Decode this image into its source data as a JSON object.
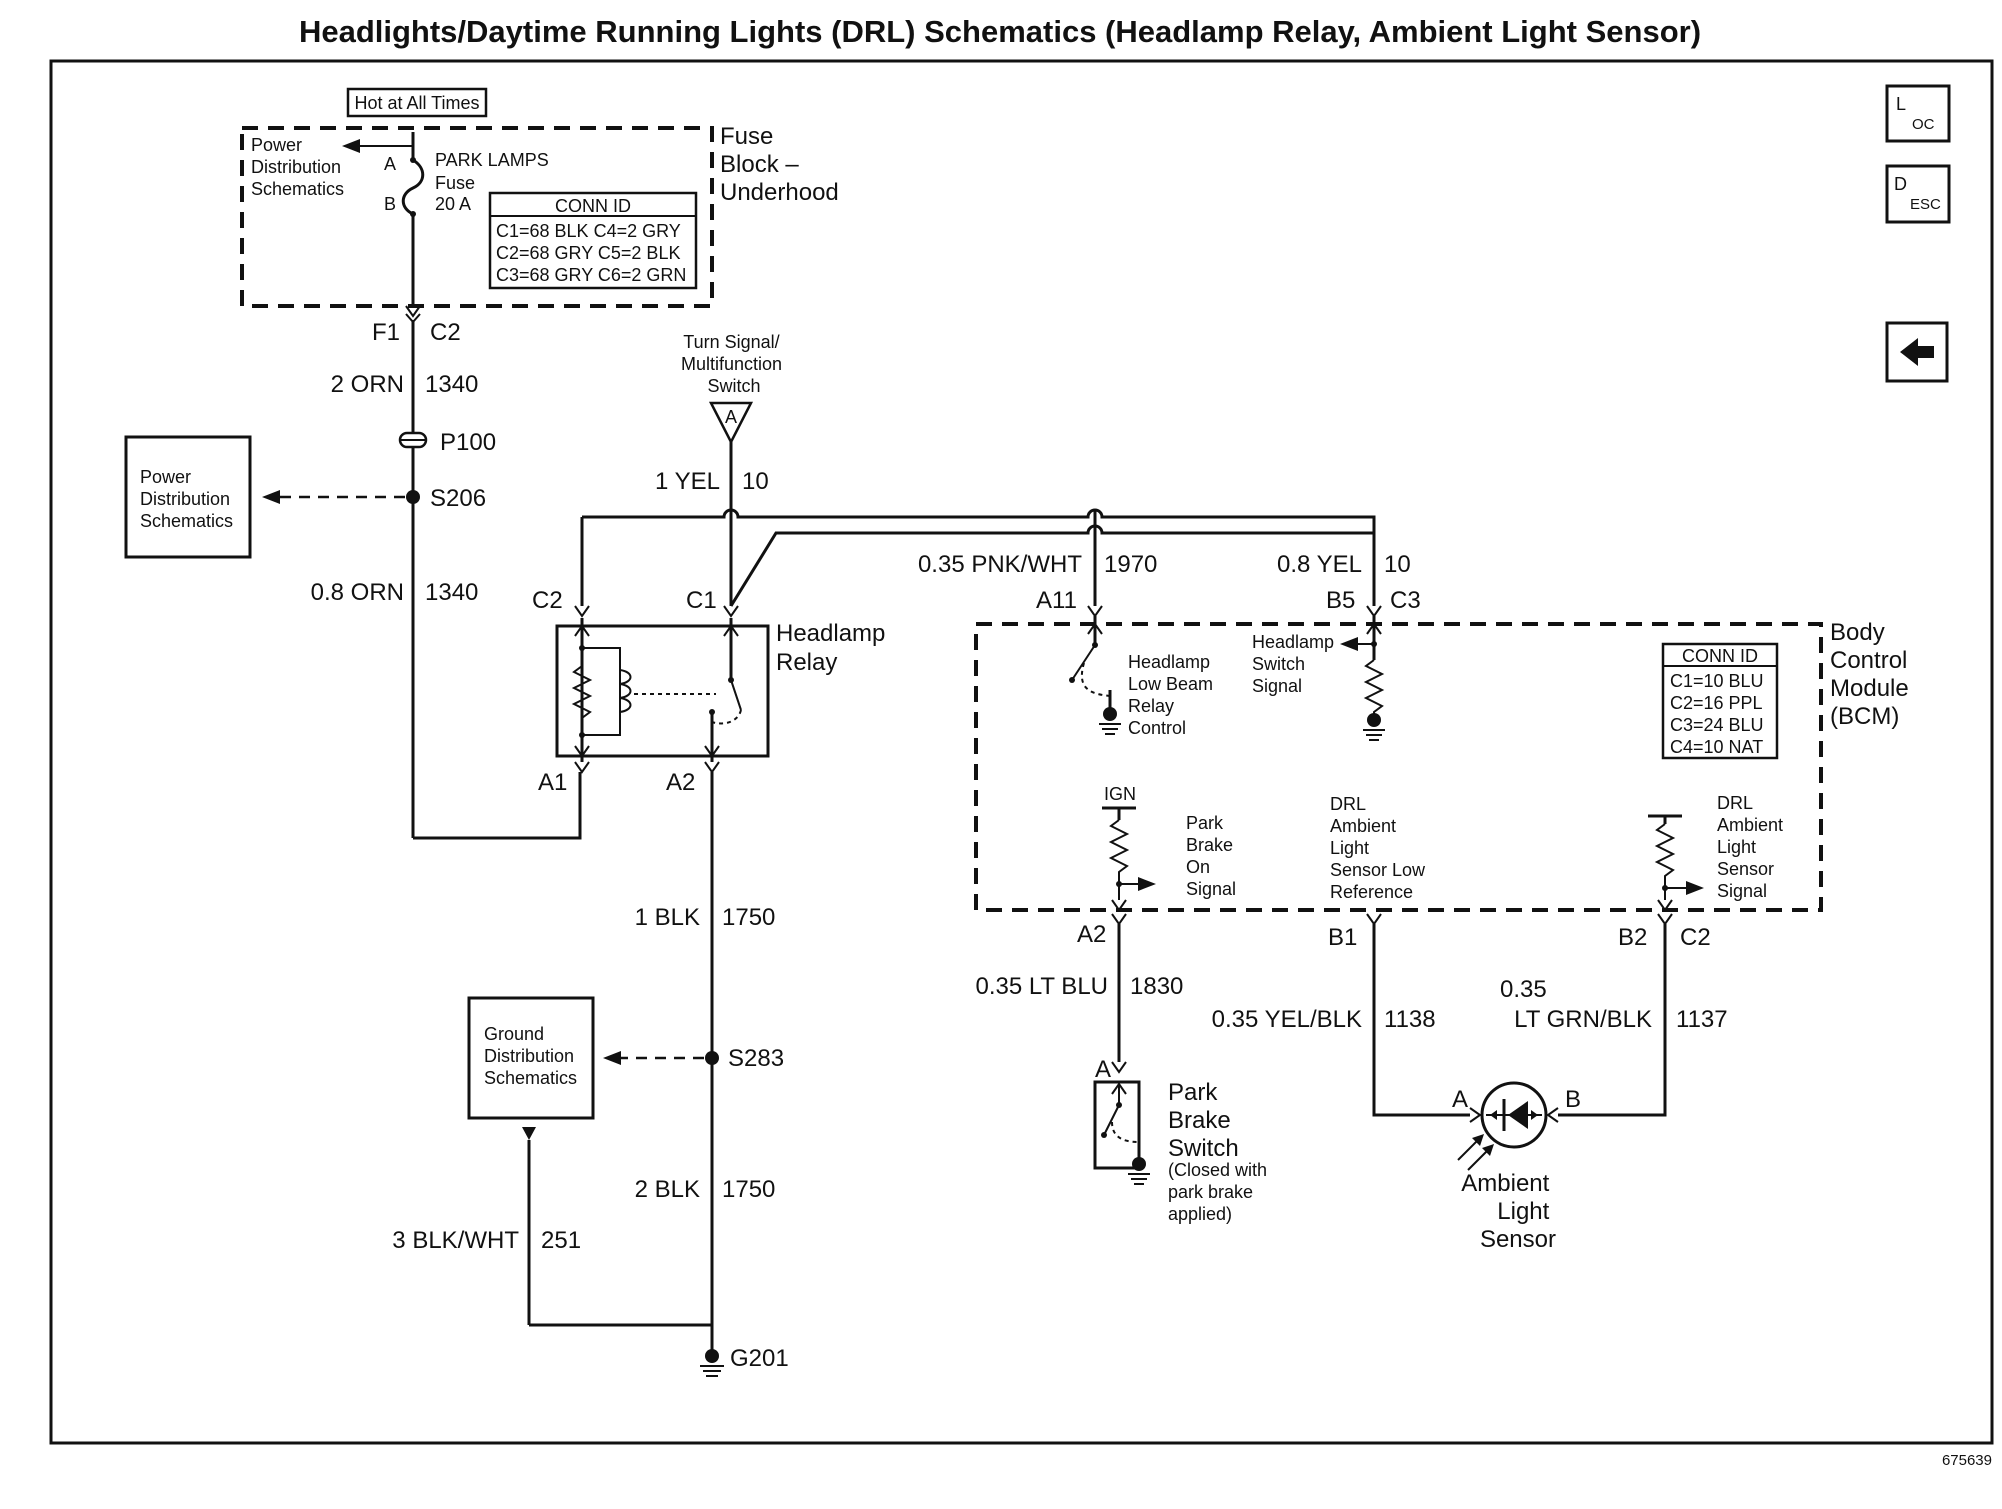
{
  "title": "Headlights/Daytime Running Lights (DRL) Schematics (Headlamp Relay, Ambient Light Sensor)",
  "figure_id": "675639",
  "nav": {
    "loc": {
      "big": "L",
      "sub": "OC"
    },
    "desc": {
      "big": "D",
      "sub": "ESC"
    }
  },
  "fuse_block": {
    "hot": "Hot at All Times",
    "name_lines": [
      "Fuse",
      "Block –",
      "Underhood"
    ],
    "pds_lines": [
      "Power",
      "Distribution",
      "Schematics"
    ],
    "pin_a": "A",
    "pin_b": "B",
    "fuse_lines": [
      "PARK LAMPS",
      "Fuse",
      "20 A"
    ],
    "conn_id": {
      "title": "CONN ID",
      "rows": [
        "C1=68 BLK  C4=2 GRY",
        "C2=68 GRY  C5=2 BLK",
        "C3=68 GRY  C6=2 GRN"
      ]
    },
    "pin_f1": "F1",
    "pin_c2": "C2"
  },
  "left_wires": {
    "w1_color": "2 ORN",
    "w1_circuit": "1340",
    "p100": "P100",
    "s206": "S206",
    "w2_color": "0.8 ORN",
    "w2_circuit": "1340"
  },
  "pds_box_lines": [
    "Power",
    "Distribution",
    "Schematics"
  ],
  "turn_signal": {
    "lines": [
      "Turn Signal/",
      "Multifunction",
      "Switch"
    ],
    "connector": "A",
    "w_color": "1 YEL",
    "w_circuit": "10"
  },
  "relay": {
    "name_lines": [
      "Headlamp",
      "Relay"
    ],
    "pin_c2": "C2",
    "pin_c1": "C1",
    "pin_a1": "A1",
    "pin_a2": "A2"
  },
  "ground_wires": {
    "w1_color": "1 BLK",
    "w1_circuit": "1750",
    "s283": "S283",
    "w2_color": "2 BLK",
    "w2_circuit": "1750",
    "w3_color": "3 BLK/WHT",
    "w3_circuit": "251",
    "g201": "G201"
  },
  "gds_box_lines": [
    "Ground",
    "Distribution",
    "Schematics"
  ],
  "bcm_top": {
    "w1_color": "0.35 PNK/WHT",
    "w1_circuit": "1970",
    "pin_a11": "A11",
    "w2_color": "0.8 YEL",
    "w2_circuit": "10",
    "pin_b5": "B5",
    "pin_c3": "C3"
  },
  "bcm": {
    "name_lines": [
      "Body",
      "Control",
      "Module",
      "(BCM)"
    ],
    "low_beam_lines": [
      "Headlamp",
      "Low Beam",
      "Relay",
      "Control"
    ],
    "hs_lines": [
      "Headlamp",
      "Switch",
      "Signal"
    ],
    "conn_id": {
      "title": "CONN ID",
      "rows": [
        "C1=10 BLU",
        "C2=16 PPL",
        "C3=24 BLU",
        "C4=10 NAT"
      ]
    },
    "ign": "IGN",
    "park_lines": [
      "Park",
      "Brake",
      "On",
      "Signal"
    ],
    "drl_low_lines": [
      "DRL",
      "Ambient",
      "Light",
      "Sensor Low",
      "Reference"
    ],
    "drl_sig_lines": [
      "DRL",
      "Ambient",
      "Light",
      "Sensor",
      "Signal"
    ]
  },
  "bcm_bottom": {
    "pin_a2": "A2",
    "pin_b1": "B1",
    "pin_b2": "B2",
    "pin_c2": "C2",
    "w1_color": "0.35 LT BLU",
    "w1_circuit": "1830",
    "w2_color": "0.35 YEL/BLK",
    "w2_circuit": "1138",
    "w3_color_top": "0.35",
    "w3_color": "LT GRN/BLK",
    "w3_circuit": "1137"
  },
  "park_switch": {
    "pin": "A",
    "name_lines": [
      "Park",
      "Brake",
      "Switch"
    ],
    "note_lines": [
      "(Closed with",
      "park brake",
      "applied)"
    ]
  },
  "sensor": {
    "pin_a": "A",
    "pin_b": "B",
    "name_lines": [
      "Ambient",
      "Light",
      "Sensor"
    ]
  }
}
